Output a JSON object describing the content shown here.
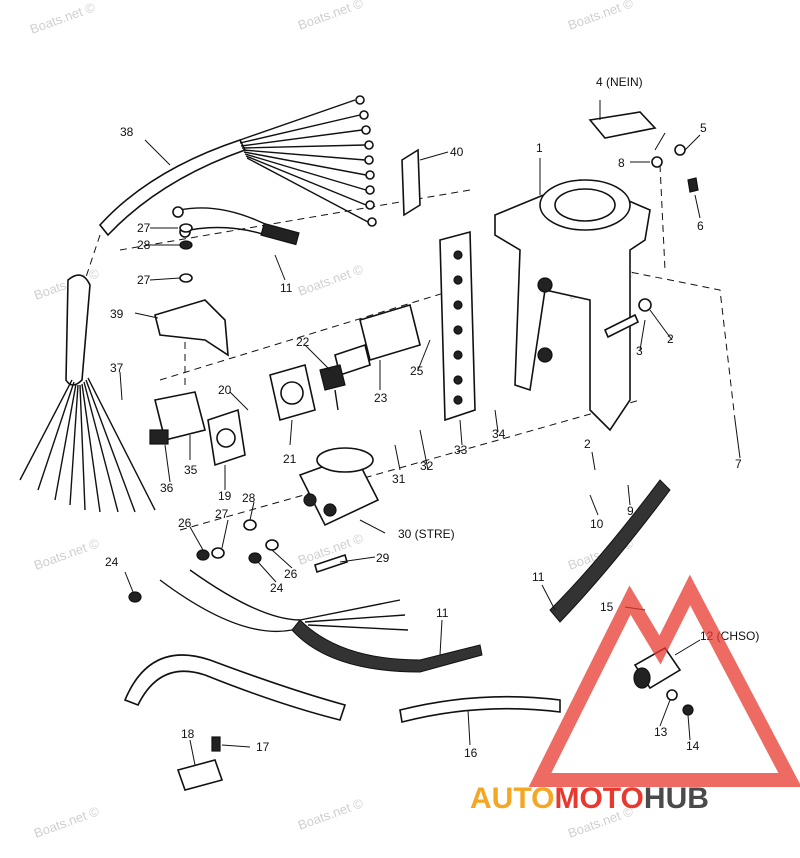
{
  "watermark": "Boats.net ©",
  "callouts": [
    {
      "id": "c1",
      "text": "1"
    },
    {
      "id": "c2a",
      "text": "2"
    },
    {
      "id": "c2b",
      "text": "2"
    },
    {
      "id": "c3",
      "text": "3"
    },
    {
      "id": "c4",
      "text": "4 (NEIN)"
    },
    {
      "id": "c5",
      "text": "5"
    },
    {
      "id": "c6",
      "text": "6"
    },
    {
      "id": "c7",
      "text": "7"
    },
    {
      "id": "c8",
      "text": "8"
    },
    {
      "id": "c9",
      "text": "9"
    },
    {
      "id": "c10",
      "text": "10"
    },
    {
      "id": "c11a",
      "text": "11"
    },
    {
      "id": "c11b",
      "text": "11"
    },
    {
      "id": "c11c",
      "text": "11"
    },
    {
      "id": "c12",
      "text": "12 (CHSO)"
    },
    {
      "id": "c13",
      "text": "13"
    },
    {
      "id": "c14",
      "text": "14"
    },
    {
      "id": "c15",
      "text": "15"
    },
    {
      "id": "c16",
      "text": "16"
    },
    {
      "id": "c17",
      "text": "17"
    },
    {
      "id": "c18",
      "text": "18"
    },
    {
      "id": "c19",
      "text": "19"
    },
    {
      "id": "c20",
      "text": "20"
    },
    {
      "id": "c21",
      "text": "21"
    },
    {
      "id": "c22",
      "text": "22"
    },
    {
      "id": "c23",
      "text": "23"
    },
    {
      "id": "c24a",
      "text": "24"
    },
    {
      "id": "c24b",
      "text": "24"
    },
    {
      "id": "c25",
      "text": "25"
    },
    {
      "id": "c26a",
      "text": "26"
    },
    {
      "id": "c26b",
      "text": "26"
    },
    {
      "id": "c27a",
      "text": "27"
    },
    {
      "id": "c27b",
      "text": "27"
    },
    {
      "id": "c27c",
      "text": "27"
    },
    {
      "id": "c28a",
      "text": "28"
    },
    {
      "id": "c28b",
      "text": "28"
    },
    {
      "id": "c29",
      "text": "29"
    },
    {
      "id": "c30",
      "text": "30 (STRE)"
    },
    {
      "id": "c31",
      "text": "31"
    },
    {
      "id": "c32",
      "text": "32"
    },
    {
      "id": "c33",
      "text": "33"
    },
    {
      "id": "c34",
      "text": "34"
    },
    {
      "id": "c35",
      "text": "35"
    },
    {
      "id": "c36",
      "text": "36"
    },
    {
      "id": "c37",
      "text": "37"
    },
    {
      "id": "c38",
      "text": "38"
    },
    {
      "id": "c39",
      "text": "39"
    },
    {
      "id": "c40",
      "text": "40"
    }
  ],
  "logo": {
    "part1": "AUTO",
    "part2": "MOTO",
    "part3": "HUB",
    "color_orange": "#f5a623",
    "color_red": "#e8392f",
    "color_dark": "#4a4a4a"
  }
}
